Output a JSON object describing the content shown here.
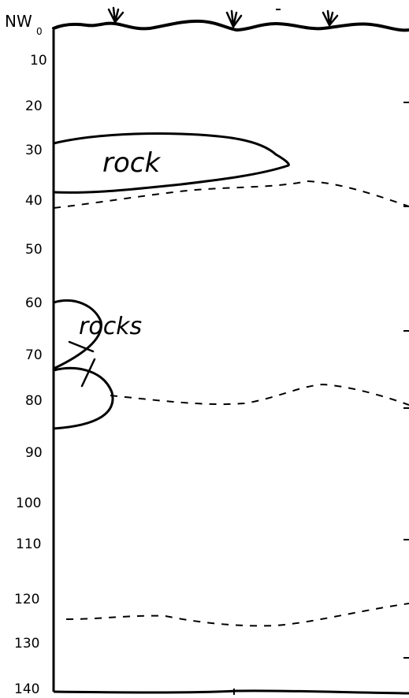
{
  "profile": {
    "orientation_label": "NW",
    "surface_label": "0",
    "depth_ticks": [
      "10",
      "20",
      "30",
      "40",
      "50",
      "60",
      "70",
      "80",
      "90",
      "100",
      "110",
      "120",
      "130",
      "140"
    ],
    "features": [
      {
        "name": "rock",
        "label": "rock"
      },
      {
        "name": "rocks",
        "label": "rocks"
      }
    ],
    "colors": {
      "ink": "#000000",
      "paper": "#ffffff"
    }
  }
}
